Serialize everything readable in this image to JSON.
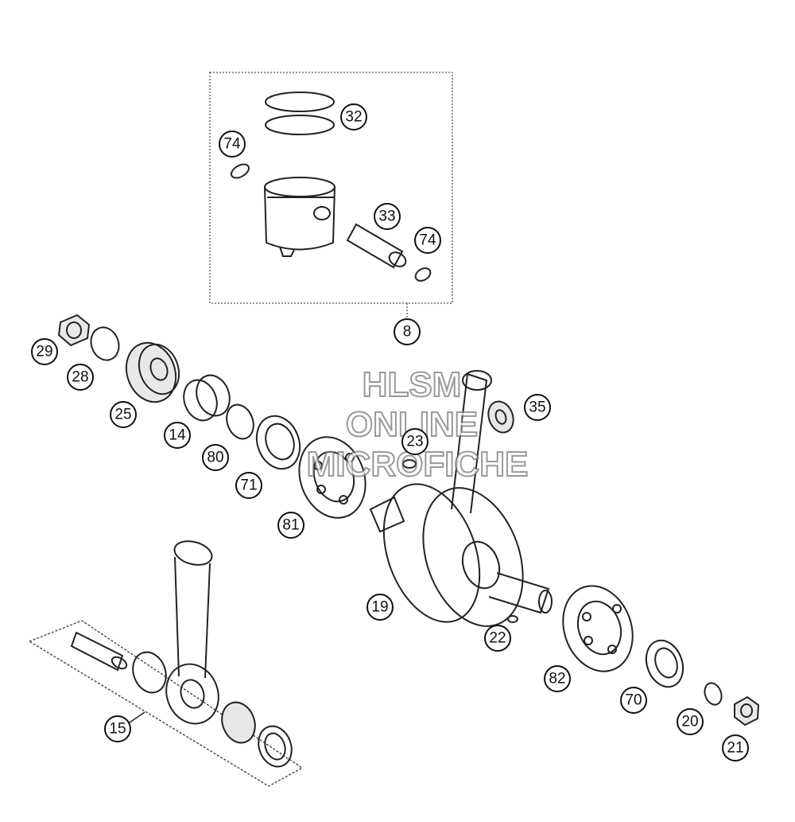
{
  "watermark": {
    "line1": "HLSM",
    "line2": "ONLINE",
    "line3": "MICROFICHE"
  },
  "callouts": [
    {
      "id": "c32",
      "label": "32"
    },
    {
      "id": "c74a",
      "label": "74"
    },
    {
      "id": "c33",
      "label": "33"
    },
    {
      "id": "c74b",
      "label": "74"
    },
    {
      "id": "c8",
      "label": "8"
    },
    {
      "id": "c29",
      "label": "29"
    },
    {
      "id": "c28",
      "label": "28"
    },
    {
      "id": "c25",
      "label": "25"
    },
    {
      "id": "c14",
      "label": "14"
    },
    {
      "id": "c80",
      "label": "80"
    },
    {
      "id": "c71",
      "label": "71"
    },
    {
      "id": "c81",
      "label": "81"
    },
    {
      "id": "c23",
      "label": "23"
    },
    {
      "id": "c35",
      "label": "35"
    },
    {
      "id": "c19",
      "label": "19"
    },
    {
      "id": "c22",
      "label": "22"
    },
    {
      "id": "c82",
      "label": "82"
    },
    {
      "id": "c70",
      "label": "70"
    },
    {
      "id": "c20",
      "label": "20"
    },
    {
      "id": "c21",
      "label": "21"
    },
    {
      "id": "c15",
      "label": "15"
    }
  ]
}
